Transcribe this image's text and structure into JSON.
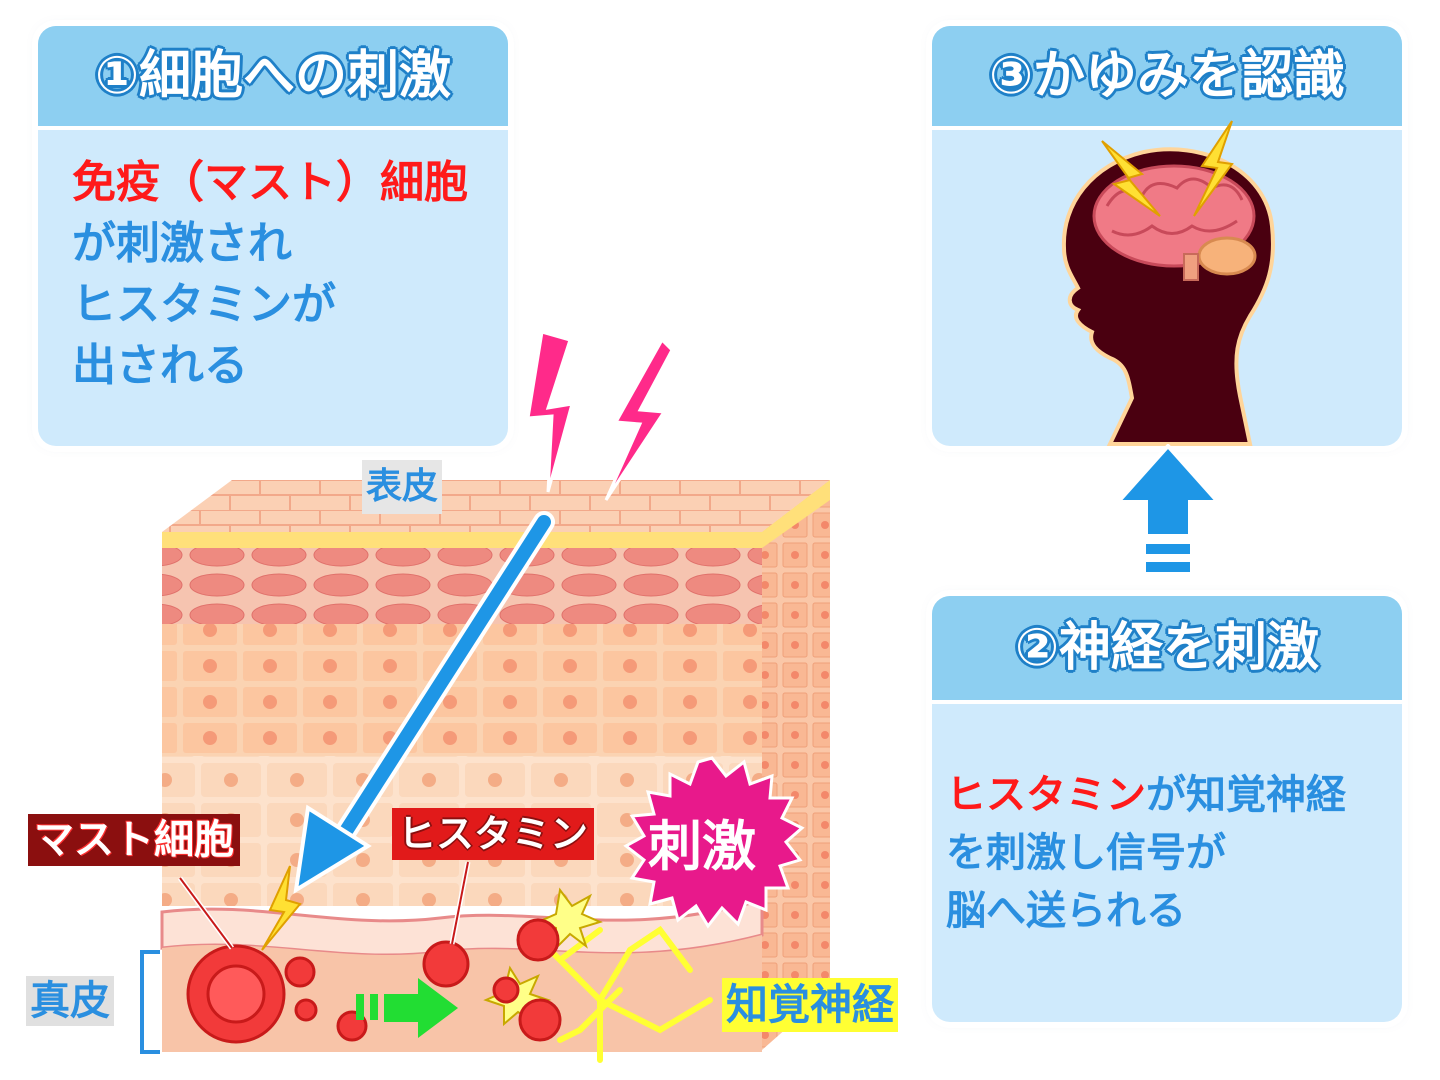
{
  "step1": {
    "title": "①細胞への刺激",
    "line1_red": "免疫（マスト）細胞",
    "line2": "が刺激され",
    "line3": "ヒスタミンが",
    "line4": "出される"
  },
  "step2": {
    "title": "②神経を刺激",
    "line1_red": "ヒスタミン",
    "line1_rest": "が知覚神経",
    "line2": "を刺激し信号が",
    "line3": "脳へ送られる"
  },
  "step3": {
    "title": "③かゆみを認識"
  },
  "skin_labels": {
    "epidermis": "表皮",
    "dermis": "真皮",
    "mast_cell": "マスト細胞",
    "histamine": "ヒスタミン",
    "sensory_nerve": "知覚神経",
    "stimulus": "刺激"
  },
  "colors": {
    "panel_bg": "#cfeafc",
    "panel_header": "#8dcff1",
    "text_blue": "#2a8fe0",
    "text_red": "#ff1a1a",
    "arrow_blue": "#1e96e6",
    "lightning_pink": "#ff2a8a",
    "stimulus_burst": "#e8198b",
    "label_dark_red": "#8b0f0f",
    "label_red": "#e11a1a",
    "nerve_yellow": "#ffff33",
    "arrow_green": "#22dd33"
  }
}
